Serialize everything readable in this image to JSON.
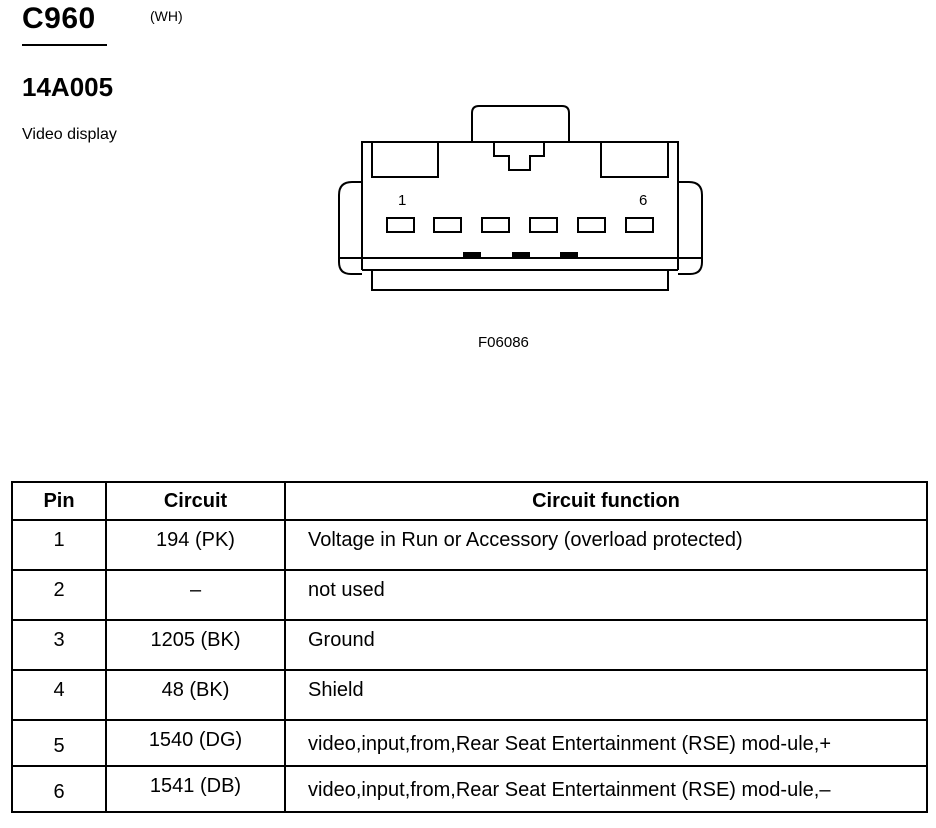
{
  "connector": {
    "id": "C960",
    "color": "(WH)",
    "part_number": "14A005",
    "component": "Video display",
    "pin_first_label": "1",
    "pin_last_label": "6",
    "figure_id": "F06086"
  },
  "table": {
    "headers": [
      "Pin",
      "Circuit",
      "Circuit function"
    ],
    "rows": [
      {
        "pin": "1",
        "circuit": "194 (PK)",
        "function": "Voltage in Run or Accessory (overload protected)"
      },
      {
        "pin": "2",
        "circuit": "–",
        "function": "not used"
      },
      {
        "pin": "3",
        "circuit": "1205 (BK)",
        "function": "Ground"
      },
      {
        "pin": "4",
        "circuit": "48 (BK)",
        "function": "Shield"
      },
      {
        "pin": "5",
        "circuit": "1540 (DG)",
        "function": "video,input,from,Rear Seat Entertainment (RSE) mod-ule,+"
      },
      {
        "pin": "6",
        "circuit": "1541 (DB)",
        "function": "video,input,from,Rear Seat Entertainment (RSE) mod-ule,–"
      }
    ]
  }
}
